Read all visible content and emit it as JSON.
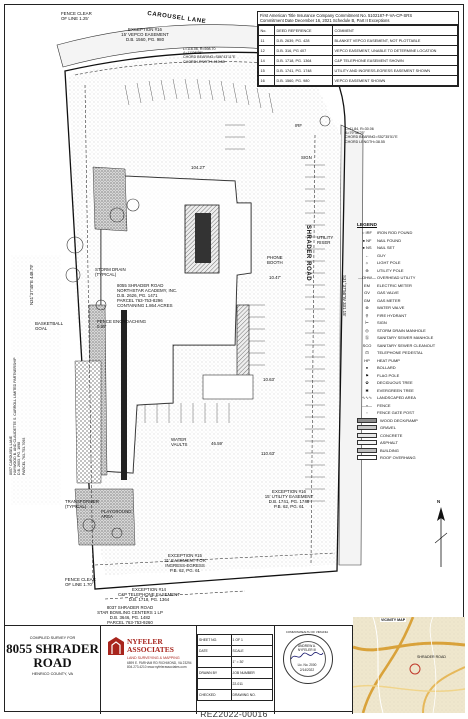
{
  "exceptions": {
    "title": "First American Title Insurance Company Commitment No. 5102187-F-VA-CP-SRS\nCommitment Date December 16, 2021 Schedule B, Part II Exceptions",
    "headers": [
      "No.",
      "DEED REFERENCE",
      "COMMENT"
    ],
    "rows": [
      [
        "11",
        "D.B. 2639, PG. 428",
        "BLANKET VEPCO EASEMENT, NOT PLOTTABLE"
      ],
      [
        "12",
        "D.B. 316, PG 407",
        "VEPCO EASEMENT, UNABLE TO DETERMINE LOCATION"
      ],
      [
        "14",
        "D.B. 1718, PG. 1364",
        "C&P TELEPHONE EASEMENT SHOWN"
      ],
      [
        "15",
        "D.B. 1741, PG. 1748",
        "UTILITY AND INGRESS-EGRESS EASEMENT SHOWN"
      ],
      [
        "16",
        "D.B. 1560, PG. 980",
        "VEPCO EASEMENT SHOWN"
      ]
    ]
  },
  "labels": {
    "carousel": "CAROUSEL LANE",
    "shrader": "SHRADER ROAD",
    "fence_clear_top": "FENCE CLEAR\nOF LINE 1.25'",
    "exception16_top": "EXCEPTION #16\n15' VEPCO EASEMENT\nD.B. 1560, PG. 980",
    "curve_top": "L=116.06, R=598.70\nΔ=11°06'25\"\nCHORD BEARING=S86°43'11\"E\nCHORD LENGTH=115.88",
    "curve_right": "L=41.84, R=30.06\nΔ=79°46'25\"\nCHORD BEARING=S52°35'51\"E\nCHORD LENGTH=38.55",
    "parcel": "8055 SHRADER ROAD\nNORTHSTAR ACADEMY, INC.\nD.B. 2626, PG. 1471\nPARCEL 763-753-8296\nCONTAINING 1.864 ACRES",
    "storm_drain": "STORM DRAIN\n(TYPICAL)",
    "fence_encroaching": "FENCE ENCROACHING\n0.09'",
    "utility_riser": "UTILITY\nRISER",
    "phone_booth": "PHONE\nBOOTH",
    "basketball": "BASKETBALL\nGOAL",
    "neighbor_left": "8057 CAROUSEL LANE\nHAYWOOD B. AND CLAUDETTE S. CARROLL LIMITED PARTNERSHIP\nD.B. 2603, PG. 1698\nPARCEL 763-753-7093",
    "water_vaults": "WATER\nVAULTS",
    "exception16_low": "EXCEPTION #16\n15' UTILITY EASEMENT\nD.B. 1741, PG. 1748\nP.B. 62, PG. 61",
    "transformer": "TRANSFORMER\n(TYPICAL)",
    "playground": "PLAYGROUND\nAREA",
    "exception15": "EXCEPTION #15\n31' EASEMENT FOR\nINGRESS-EGRESS\nP.B. 62, PG. 61",
    "fence_clear_bottom": "FENCE CLEAR\nOF LINE 1.70'",
    "exception14": "EXCEPTION #14\nC&P TELEPHONE EASEMENT\nD.B. 1718, PG. 1364",
    "neighbor_bottom": "8037 SHRADER ROAD\nSTAR BOWLING CENTERS 1 LP\nD.B. 3646, PG. 1482\nPARCEL 763-753-9260",
    "dim_a": "104.27'",
    "dim_b": "10.47'",
    "dim_c": "10.63'",
    "dim_d": "46.59'",
    "dim_e": "110.63'",
    "bearing_right": "S31°37'50\"W 331.15'",
    "bearing_left": "N31°37'45\"E 448.79'",
    "irf": "IRF",
    "sign": "SIGN"
  },
  "legend": {
    "title": "LEGEND",
    "items": [
      {
        "sym": "○ IRF",
        "text": "IRON ROD FOUND"
      },
      {
        "sym": "● NF",
        "text": "NAIL FOUND"
      },
      {
        "sym": "● NS",
        "text": "NAIL SET"
      },
      {
        "sym": "←",
        "text": "GUY"
      },
      {
        "sym": "☼",
        "text": "LIGHT POLE"
      },
      {
        "sym": "⊕",
        "text": "UTILITY POLE"
      },
      {
        "sym": "—OHW—",
        "text": "OVERHEAD UTILITY"
      },
      {
        "sym": "EM",
        "text": "ELECTRIC METER"
      },
      {
        "sym": "GV",
        "text": "GAS VALVE"
      },
      {
        "sym": "GM",
        "text": "GAS METER"
      },
      {
        "sym": "⊗",
        "text": "WATER VALVE"
      },
      {
        "sym": "⚲",
        "text": "FIRE HYDRANT"
      },
      {
        "sym": "⊢",
        "text": "SIGN"
      },
      {
        "sym": "◎",
        "text": "STORM DRAIN MANHOLE"
      },
      {
        "sym": "Ⓢ",
        "text": "SANITARY SEWER MANHOLE"
      },
      {
        "sym": "SCO",
        "text": "SANITARY SEWER CLEANOUT"
      },
      {
        "sym": "⊡",
        "text": "TELEPHONE PEDESTAL"
      },
      {
        "sym": "HP",
        "text": "HEAT PUMP"
      },
      {
        "sym": "●",
        "text": "BOLLARD"
      },
      {
        "sym": "⚑",
        "text": "FLAG POLE"
      },
      {
        "sym": "✿",
        "text": "DECIDUOUS TREE"
      },
      {
        "sym": "✱",
        "text": "EVERGREEN TREE"
      },
      {
        "sym": "∿∿∿",
        "text": "LANDSCAPED AREA"
      },
      {
        "sym": "—x—",
        "text": "FENCE"
      },
      {
        "sym": "▫",
        "text": "FENCE GATE POST"
      }
    ],
    "swatches": [
      {
        "text": "WOOD DECK/RAMP",
        "color": "#8c8c8c"
      },
      {
        "text": "GRAVEL",
        "color": "#c9c9c9"
      },
      {
        "text": "CONCRETE",
        "color": "#e6e6e6"
      },
      {
        "text": "ASPHALT",
        "color": "#f3f3f3"
      },
      {
        "text": "BUILDING",
        "color": "#bdbdbd"
      },
      {
        "text": "ROOF OVERHANG",
        "color": "#ffffff"
      }
    ]
  },
  "north": "N",
  "title_block": {
    "compiled": "COMPILED SURVEY FOR",
    "address": "8055 SHRADER\nROAD",
    "county": "HENRICO COUNTY, VA",
    "company": "NYFELER\nASSOCIATES",
    "tagline": "LAND SURVEYING & MAPPING",
    "company_addr": "6899 E. PARHAM RD  RICHMOND, VA 23294\n804.273.4210  www.nyfelerassociates.com",
    "grid": [
      [
        "SHEET NO.",
        "1 OF 1"
      ],
      [
        "DATE",
        "SCALE"
      ],
      [
        "",
        "1\" = 30'"
      ],
      [
        "DRAWN BY",
        "JOB NUMBER"
      ],
      [
        "",
        "22-011"
      ],
      [
        "CHECKED",
        "DRAWING NO."
      ]
    ],
    "seal_top": "COMMONWEALTH OF VIRGINIA",
    "seal_name": "ANDREW A.\nNYFELER III",
    "seal_lic": "Lic. No. 2000",
    "seal_date": "2/14/2022",
    "vicinity": "VICINITY MAP",
    "vicinity_label": "SHRADER ROAD"
  },
  "footer": "REZ2022-00016"
}
